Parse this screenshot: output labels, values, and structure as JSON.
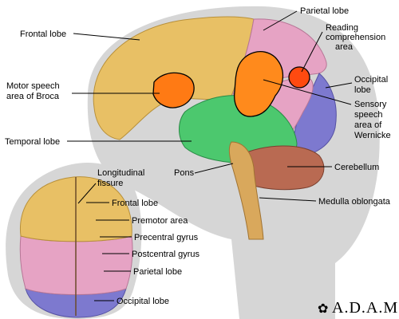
{
  "side_view": {
    "labels": {
      "frontal_lobe": "Frontal lobe",
      "parietal_lobe": "Parietal lobe",
      "reading_area": [
        "Reading",
        "comprehension",
        "area"
      ],
      "broca": [
        "Motor speech",
        "area of Broca"
      ],
      "occipital_lobe": [
        "Occipital",
        "lobe"
      ],
      "wernicke": [
        "Sensory",
        "speech",
        "area of",
        "Wernicke"
      ],
      "temporal_lobe": "Temporal lobe",
      "pons": "Pons",
      "cerebellum": "Cerebellum",
      "medulla": "Medulla oblongata"
    }
  },
  "top_view": {
    "labels": {
      "longitudinal_fissure": [
        "Longitudinal",
        "fissure"
      ],
      "frontal_lobe": "Frontal lobe",
      "premotor_area": "Premotor area",
      "precentral_gyrus": "Precentral gyrus",
      "postcentral_gyrus": "Postcentral gyrus",
      "parietal_lobe": "Parietal lobe",
      "occipital_lobe": "Occipital lobe"
    }
  },
  "brand": {
    "name": "A.D.A.M."
  },
  "colors": {
    "frontal": "#e8c065",
    "parietal": "#e6a3c4",
    "occipital": "#7d79cf",
    "temporal": "#4cc86e",
    "broca_area": "#ff7a14",
    "wernicke_area": "#ff8a1c",
    "reading_area": "#ff4a10",
    "cerebellum": "#b96a52",
    "brainstem": "#d9a85c",
    "head_shadow": "#cfcfcf"
  }
}
